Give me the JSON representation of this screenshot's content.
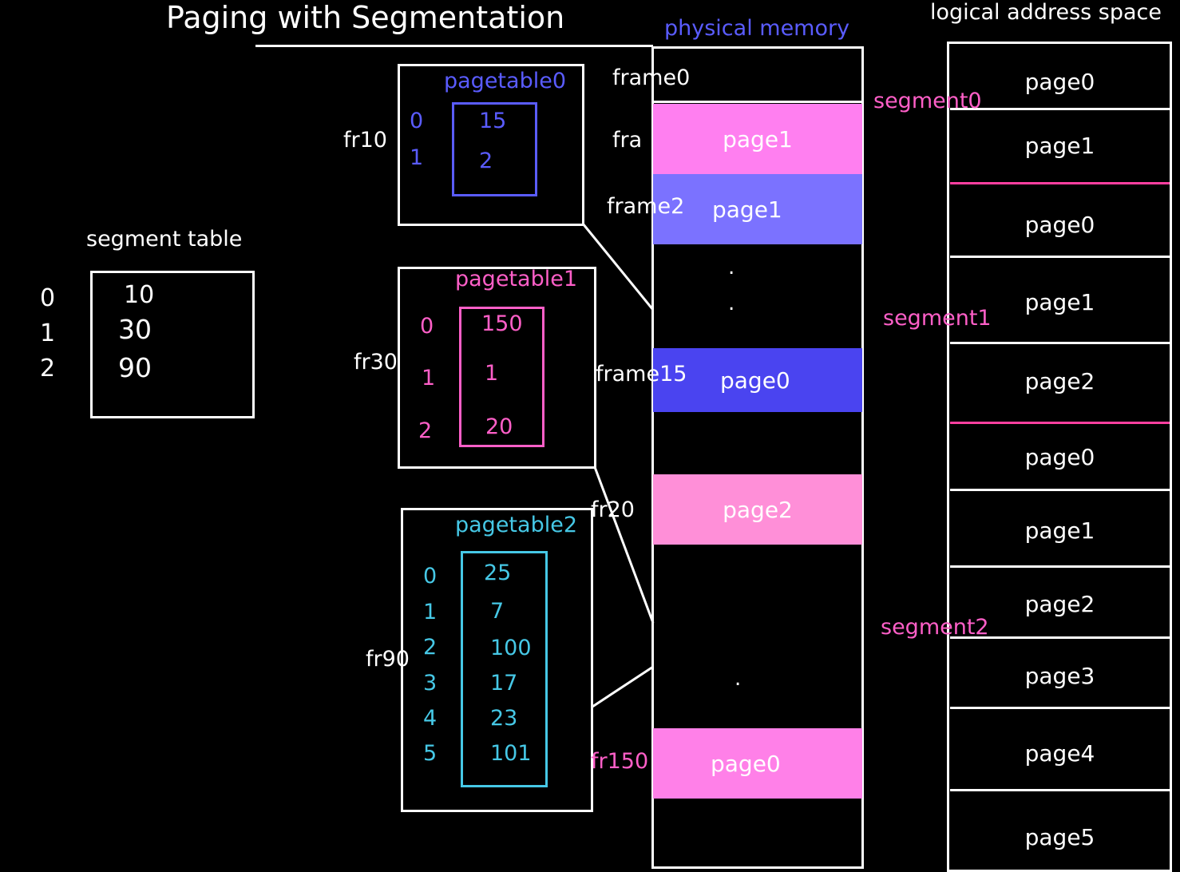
{
  "title": "Paging with Segmentation",
  "segment_table": {
    "label": "segment table",
    "indices": [
      "0",
      "1",
      "2"
    ],
    "bases": [
      "10",
      "30",
      "90"
    ]
  },
  "page_tables": [
    {
      "name": "pagetable0",
      "frame_label": "fr10",
      "indices": [
        "0",
        "1"
      ],
      "frames": [
        "15",
        "2"
      ],
      "color": "#5a5cff"
    },
    {
      "name": "pagetable1",
      "frame_label": "fr30",
      "indices": [
        "0",
        "1",
        "2"
      ],
      "frames": [
        "150",
        "1",
        "20"
      ],
      "color": "#ff5fc8"
    },
    {
      "name": "pagetable2",
      "frame_label": "fr90",
      "indices": [
        "0",
        "1",
        "2",
        "3",
        "4",
        "5"
      ],
      "frames": [
        "25",
        "7",
        "100",
        "17",
        "23",
        "101"
      ],
      "color": "#46c8e6"
    }
  ],
  "physical_memory": {
    "label": "physical memory",
    "frame_labels": [
      "frame0",
      "fra",
      "frame2",
      "frame15",
      "fr20",
      "fr150"
    ],
    "blocks": [
      {
        "page": "page1",
        "color": "#ff7ff0"
      },
      {
        "page": "page1",
        "color": "#7b72ff"
      },
      {
        "page": "page0",
        "color": "#4a44f0"
      },
      {
        "page": "page2",
        "color": "#ff8fd8"
      },
      {
        "page": "page0",
        "color": "#ff80e8"
      }
    ],
    "dots": [
      ".",
      ".",
      "."
    ]
  },
  "logical_address_space": {
    "label": "logical address space",
    "segment_labels": [
      "segment0",
      "segment1",
      "segment2"
    ],
    "pages": [
      "page0",
      "page1",
      "page0",
      "page1",
      "page2",
      "page0",
      "page1",
      "page2",
      "page3",
      "page4",
      "page5"
    ]
  },
  "colors": {
    "background": "#000000",
    "segment_divider": "#ff3fa0"
  }
}
